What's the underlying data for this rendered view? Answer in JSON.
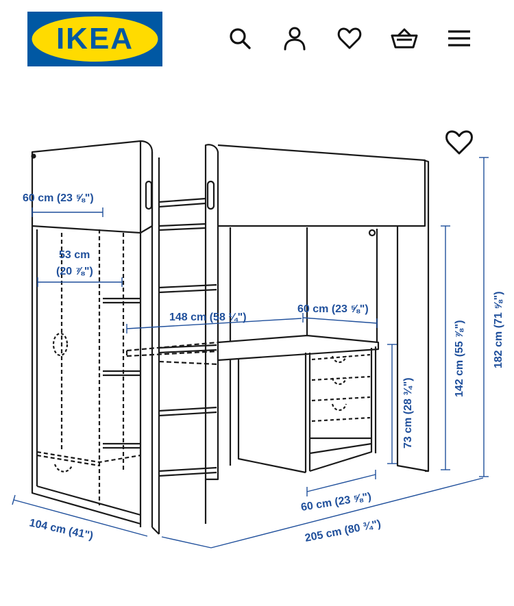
{
  "header": {
    "logo_text": "IKEA",
    "brand_colors": {
      "blue": "#0058A3",
      "yellow": "#FFDB00"
    },
    "nav_icons": [
      "search-icon",
      "user-icon",
      "heart-icon",
      "basket-icon",
      "menu-icon"
    ]
  },
  "drawing": {
    "favorite_icon": "heart-icon",
    "line_color": "#1a1a1a",
    "dimension_color": "#1f4f9b",
    "dimensions": {
      "wardrobe_width": "60 cm (23 ⅝\")",
      "wardrobe_depth_cm": "53 cm",
      "wardrobe_depth_in": "(20 ⅞\")",
      "desk_extended_width": "148 cm (58 ¼\")",
      "desk_width": "60 cm (23 ⅝\")",
      "desk_height": "73 cm (28 ¾\")",
      "underbed_height": "142 cm (55 ⅞\")",
      "total_height": "182 cm (71 ⅝\")",
      "desk_depth": "60 cm (23 ⅝\")",
      "total_depth": "104 cm (41\")",
      "total_length": "205 cm (80 ¾\")"
    }
  }
}
